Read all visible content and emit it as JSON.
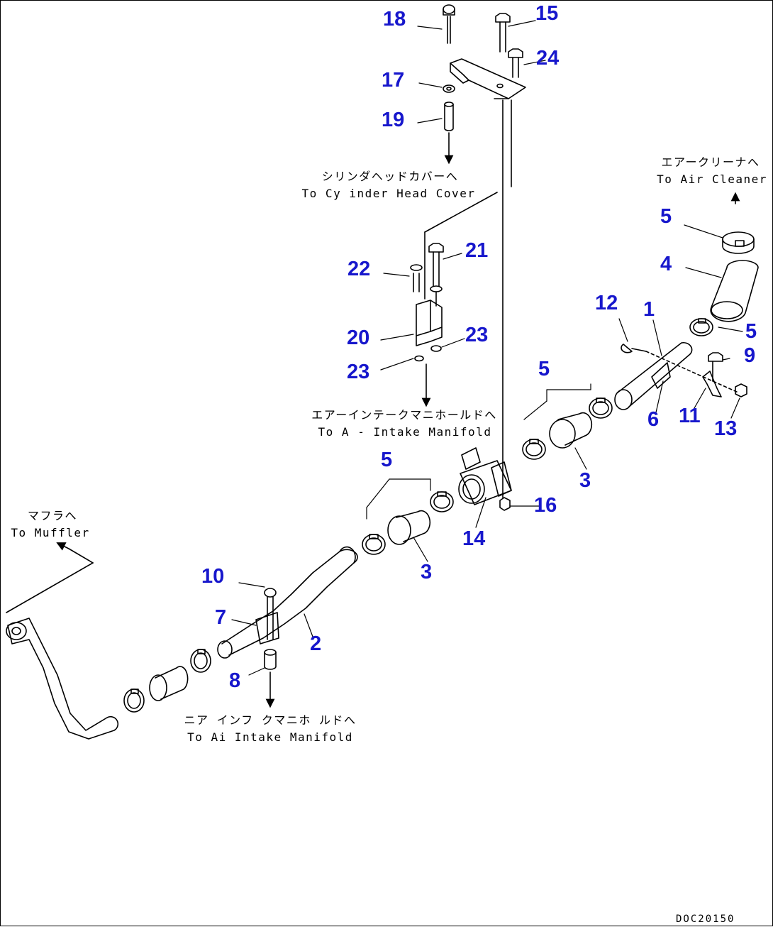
{
  "callouts": {
    "c18": "18",
    "c15": "15",
    "c24": "24",
    "c17": "17",
    "c19": "19",
    "c21": "21",
    "c22": "22",
    "c20": "20",
    "c23a": "23",
    "c23b": "23",
    "c5a": "5",
    "c4": "4",
    "c12": "12",
    "c1": "1",
    "c5b": "5",
    "c9": "9",
    "c5c": "5",
    "c6": "6",
    "c11": "11",
    "c13": "13",
    "c5d": "5",
    "c3a": "3",
    "c16": "16",
    "c14": "14",
    "c3b": "3",
    "c10": "10",
    "c7": "7",
    "c2": "2",
    "c8": "8"
  },
  "notes": {
    "cylinder_head_jp": "シリンダヘッドカバーへ",
    "cylinder_head_en": "To Cy inder Head Cover",
    "air_cleaner_jp": "エアークリーナへ",
    "air_cleaner_en": "To Air Cleaner",
    "intake_upper_jp": "エアーインテークマニホールドへ",
    "intake_upper_en": "To A - Intake Manifold",
    "muffler_jp": "マフラへ",
    "muffler_en": "To Muffler",
    "intake_lower_jp": "ニア インフ クマニホ ルドへ",
    "intake_lower_en": "To Ai  Intake Manifold"
  },
  "drawing_code": "DOC20150"
}
